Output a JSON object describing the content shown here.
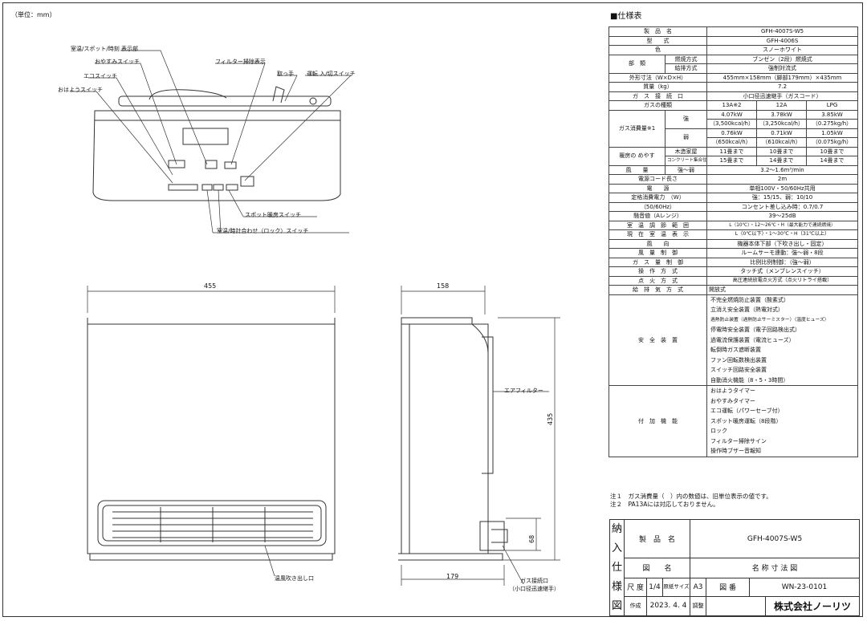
{
  "unit_label": "（単位：mm）",
  "front_view": {
    "labels": {
      "display": "室温/スポット/時刻 表示部",
      "sleep": "おやすみスイッチ",
      "filter_sign": "フィルター掃除表示",
      "handle": "取っ手",
      "eco": "エコスイッチ",
      "run": "運転 入/切スイッチ",
      "ohayo": "おはようスイッチ",
      "spot": "スポット暖房スイッチ",
      "temp_clock": "室温/時計合わせ（ロック）スイッチ",
      "outlet": "温風吹き出し口"
    },
    "dims": {
      "width": "455"
    }
  },
  "side_view": {
    "labels": {
      "air_filter": "エアフィルター",
      "gas_port": "ガス接続口",
      "gas_port_sub": "（小口径迅速継手）"
    },
    "dims": {
      "depth": "158",
      "height": "435",
      "base_depth": "179",
      "port_height": "68"
    }
  },
  "spec": {
    "title": "■仕様表",
    "rows": {
      "product_name": [
        "製　品　名",
        "GFH-4007S-W5"
      ],
      "model": [
        "型　　式",
        "GFH-4006S"
      ],
      "color": [
        "色",
        "スノーホワイト"
      ],
      "category": "部　類",
      "combustion": [
        "燃焼方式",
        "ブンゼン（2段）燃焼式"
      ],
      "exhaust": [
        "給排方式",
        "強制対流式"
      ],
      "dimensions": [
        "外形寸法（W×D×H）",
        "455mm×158mm（脚部179mm）×435mm"
      ],
      "weight": [
        "質量（kg）",
        "7.2"
      ],
      "gas_conn": [
        "ガ　ス　接　続　口",
        "小口径迅速継手（ガスコード）"
      ],
      "gas_type": "ガスの種類",
      "gas_heads": [
        "13A※2",
        "12A",
        "LPG"
      ],
      "consumption": "ガス消費量※1",
      "strong": "強",
      "weak": "弱",
      "strong_vals": [
        "4.07kW",
        "3.78kW",
        "3.85kW"
      ],
      "strong_sub": [
        "（3,500kcal/h）",
        "（3,250kcal/h）",
        "（0.275kg/h）"
      ],
      "weak_vals": [
        "0.76kW",
        "0.71kW",
        "1.05kW"
      ],
      "weak_sub": [
        "（650kcal/h）",
        "（610kcal/h）",
        "（0.075kg/h）"
      ],
      "room": "暖房の めやす",
      "wood": "木造家屋",
      "concrete": "コンクリート集合住宅",
      "wood_vals": [
        "11畳まで",
        "10畳まで",
        "10畳まで"
      ],
      "concrete_vals": [
        "15畳まで",
        "14畳まで",
        "14畳まで"
      ],
      "airflow": [
        "風　　量",
        "強〜弱",
        "3.2〜1.6m³/min"
      ],
      "cord": [
        "電源コード長さ",
        "2m"
      ],
      "power": [
        "電　　源",
        "単相100V・50/60Hz共用"
      ],
      "rated": [
        "定格消費電力　（W）",
        "強：15/15、弱：10/10"
      ],
      "rated2": [
        "（50/60Hz）",
        "コンセント差し込み時：0.7/0.7"
      ],
      "noise": [
        "騒音値（Aレンジ）",
        "39〜25dB"
      ],
      "temp_range": [
        "室　温　調　節　範　囲",
        "L（10℃）・12〜26℃・H（最大能力で連続燃焼）"
      ],
      "temp_disp": [
        "現　在　室　温　表　示",
        "L（0℃以下）・1〜30℃・H（31℃以上）"
      ],
      "direction": [
        "風　　向",
        "機器本体下部（下吹き出し・固定）"
      ],
      "air_ctrl": [
        "風　量　制　御",
        "ルームサーモ連動：強〜弱・8段"
      ],
      "gas_ctrl": [
        "ガ　ス　量　制　御",
        "比例比例制御：（強〜弱）"
      ],
      "operation": [
        "操　作　方　式",
        "タッチ式（メンブレンスイッチ）"
      ],
      "ignition": [
        "点　火　方　式",
        "高圧連続放電点火方式（点火リトライ搭載）"
      ],
      "ventilation": [
        "給　排　気　方　式",
        "開放式"
      ],
      "safety_label": "安　全　装　置",
      "safety": [
        "不完全燃焼防止装置（酸素式）",
        "立消え安全装置（熱電対式）",
        "過熱防止装置（過熱防止サーミスター）（温度ヒューズ）",
        "停電時安全装置（電子回路検出式）",
        "過電流保護装置（電流ヒューズ）",
        "転倒時ガス遮断装置",
        "ファン回転数検出装置",
        "スイッチ回路安全装置",
        "自動消火機能（8・5・3時間）"
      ],
      "extra_label": "付　加　機　能",
      "extras": [
        "おはようタイマー",
        "おやすみタイマー",
        "エコ運転（パワーセーブ付）",
        "スポット暖房運転（8段階）",
        "ロック",
        "フィルター掃除サイン",
        "操作時ブザー音報知"
      ]
    },
    "notes": [
      "注１　ガス消費量（　）内の数値は、旧単位表示の値です。",
      "注２　PA13Aには対応しておりません。"
    ]
  },
  "title_block": {
    "stamp": [
      "納",
      "入",
      "仕",
      "様",
      "図"
    ],
    "product_label": "製　品　名",
    "product_value": "GFH-4007S-W5",
    "drawing_label": "図　　名",
    "drawing_value": "名 称 寸 法 図",
    "scale_label": "尺 度",
    "scale_value": "1/4",
    "paper_label": "原紙サイズ",
    "paper_value": "A3",
    "number_label": "図 番",
    "number_value": "WN-23-0101",
    "made_label": "作成",
    "date": "2023. 4. 4",
    "check_label": "調整",
    "company": "株式会社ノーリツ"
  }
}
